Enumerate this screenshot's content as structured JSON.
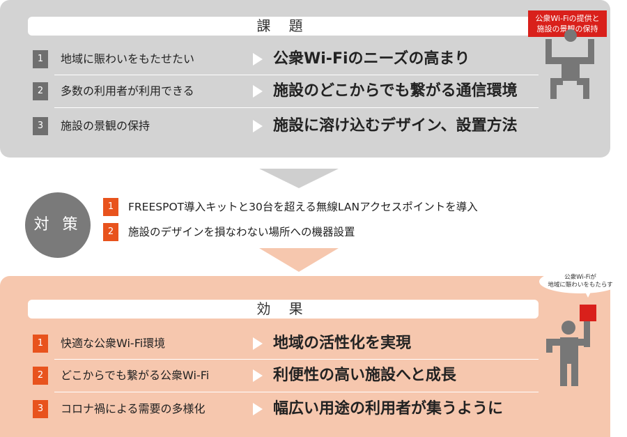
{
  "issues": {
    "header": "課 題",
    "badge": "公衆Wi-Fiの提供と施設の景観の保持",
    "rows": [
      {
        "num": "1",
        "label": "地域に賑わいをもたせたい",
        "result": "公衆Wi-Fiのニーズの高まり"
      },
      {
        "num": "2",
        "label": "多数の利用者が利用できる",
        "result": "施設のどこからでも繋がる通信環境"
      },
      {
        "num": "3",
        "label": "施設の景観の保持",
        "result": "施設に溶け込むデザイン、設置方法"
      }
    ]
  },
  "measures": {
    "label": "対 策",
    "items": [
      {
        "num": "1",
        "text": "FREESPOT導入キットと30台を超える無線LANアクセスポイントを導入"
      },
      {
        "num": "2",
        "text": "施設のデザインを損なわない場所への機器設置"
      }
    ]
  },
  "effects": {
    "header": "効 果",
    "bubble": "公衆Wi-Fiが地域に賑わいをもたらす",
    "rows": [
      {
        "num": "1",
        "label": "快適な公衆Wi-Fi環境",
        "result": "地域の活性化を実現"
      },
      {
        "num": "2",
        "label": "どこからでも繋がる公衆Wi-Fi",
        "result": "利便性の高い施設へと成長"
      },
      {
        "num": "3",
        "label": "コロナ禍による需要の多様化",
        "result": "幅広い用途の利用者が集うように"
      }
    ]
  },
  "colors": {
    "issues_bg": "#d3d3d3",
    "effects_bg": "#f6c7ae",
    "gray_badge": "#6f6f6f",
    "orange_badge": "#e8531d",
    "red": "#d9201b"
  }
}
